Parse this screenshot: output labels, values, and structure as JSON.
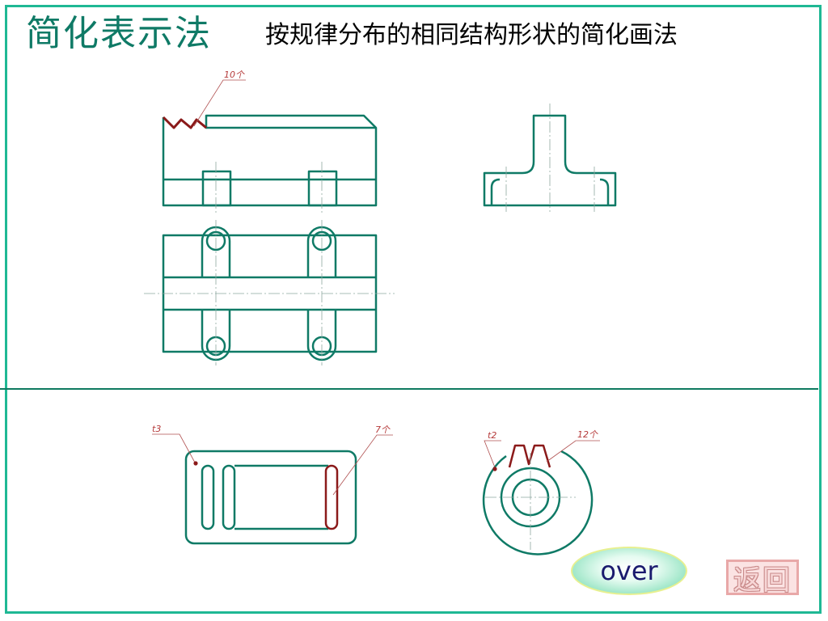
{
  "title": "简化表示法",
  "subtitle": "按规律分布的相同结构形状的简化画法",
  "annotations": {
    "top_count": "10个",
    "slot_t": "t3",
    "slot_count": "7个",
    "ring_t": "t2",
    "ring_count": "12个"
  },
  "buttons": {
    "over": "over",
    "back": "返回"
  },
  "colors": {
    "line": "#0f7a66",
    "accent": "#8b1a1a",
    "frame": "#1fb894"
  }
}
